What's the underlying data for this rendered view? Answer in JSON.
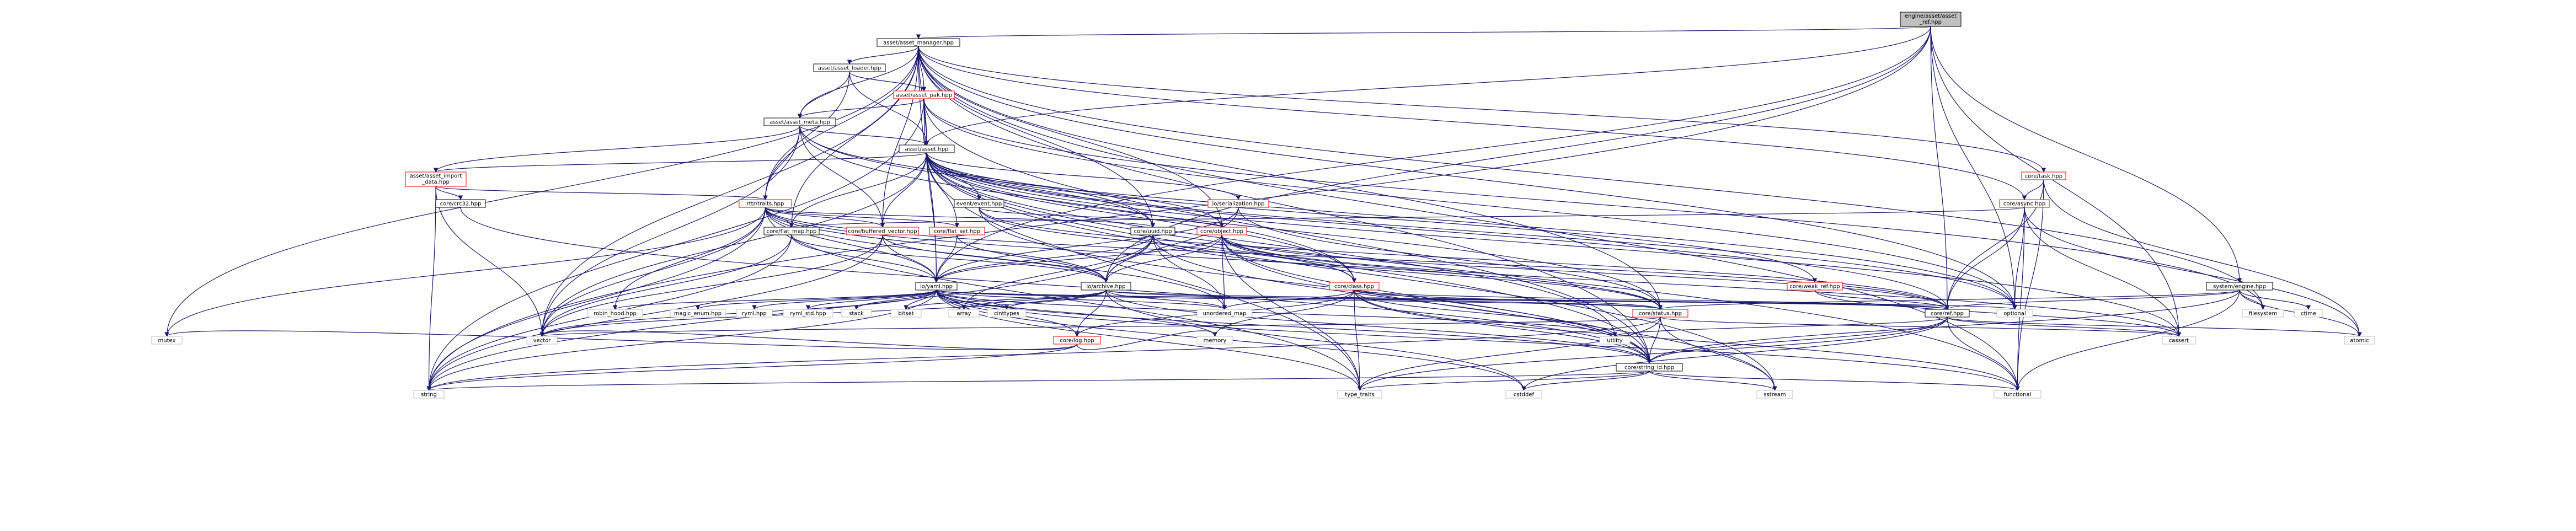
{
  "colors": {
    "edge": "#191970",
    "node_border": "#000000",
    "node_fill": "#ffffff",
    "root_fill": "#bfbfbf",
    "red_border": "#ff0000",
    "gray_border": "#bfbfbf",
    "text": "#000000"
  },
  "nodes": {
    "root": {
      "lines": [
        "engine/asset/asset",
        "_ref.hpp"
      ],
      "style": "root"
    },
    "asset_manager": {
      "lines": [
        "asset/asset_manager.hpp"
      ],
      "style": "normal"
    },
    "asset_loader": {
      "lines": [
        "asset/asset_loader.hpp"
      ],
      "style": "normal"
    },
    "asset_pak": {
      "lines": [
        "asset/asset_pak.hpp"
      ],
      "style": "red"
    },
    "asset_meta": {
      "lines": [
        "asset/asset_meta.hpp"
      ],
      "style": "normal"
    },
    "asset": {
      "lines": [
        "asset/asset.hpp"
      ],
      "style": "normal"
    },
    "asset_import_data": {
      "lines": [
        "asset/asset_import",
        "_data.hpp"
      ],
      "style": "red"
    },
    "crc32": {
      "lines": [
        "core/crc32.hpp"
      ],
      "style": "normal"
    },
    "rttr_traits": {
      "lines": [
        "rttr/traits.hpp"
      ],
      "style": "red"
    },
    "event": {
      "lines": [
        "event/event.hpp"
      ],
      "style": "normal"
    },
    "core_task": {
      "lines": [
        "core/task.hpp"
      ],
      "style": "red"
    },
    "core_async": {
      "lines": [
        "core/async.hpp"
      ],
      "style": "red"
    },
    "serialization": {
      "lines": [
        "io/serialization.hpp"
      ],
      "style": "red"
    },
    "core_object": {
      "lines": [
        "core/object.hpp"
      ],
      "style": "red"
    },
    "core_flat_map": {
      "lines": [
        "core/flat_map.hpp"
      ],
      "style": "normal"
    },
    "core_buffered_vector": {
      "lines": [
        "core/buffered_vector.hpp"
      ],
      "style": "red"
    },
    "core_flat_set": {
      "lines": [
        "core/flat_set.hpp"
      ],
      "style": "red"
    },
    "core_uuid": {
      "lines": [
        "core/uuid.hpp"
      ],
      "style": "normal"
    },
    "core_weak_ref": {
      "lines": [
        "core/weak_ref.hpp"
      ],
      "style": "red"
    },
    "system_engine": {
      "lines": [
        "system/engine.hpp"
      ],
      "style": "normal"
    },
    "core_class": {
      "lines": [
        "core/class.hpp"
      ],
      "style": "red"
    },
    "io_yaml": {
      "lines": [
        "io/yaml.hpp"
      ],
      "style": "normal"
    },
    "io_archive": {
      "lines": [
        "io/archive.hpp"
      ],
      "style": "normal"
    },
    "core_status": {
      "lines": [
        "core/status.hpp"
      ],
      "style": "red"
    },
    "core_ref": {
      "lines": [
        "core/ref.hpp"
      ],
      "style": "normal"
    },
    "optional": {
      "lines": [
        "optional"
      ],
      "style": "gray"
    },
    "filesystem": {
      "lines": [
        "filesystem"
      ],
      "style": "gray"
    },
    "ctime": {
      "lines": [
        "ctime"
      ],
      "style": "gray"
    },
    "atomic": {
      "lines": [
        "atomic"
      ],
      "style": "gray"
    },
    "cassert": {
      "lines": [
        "cassert"
      ],
      "style": "gray"
    },
    "robin_hood": {
      "lines": [
        "robin_hood.hpp"
      ],
      "style": "gray"
    },
    "magic_enum": {
      "lines": [
        "magic_enum.hpp"
      ],
      "style": "gray"
    },
    "ryml_hpp": {
      "lines": [
        "ryml.hpp"
      ],
      "style": "gray"
    },
    "ryml_std": {
      "lines": [
        "ryml_std.hpp"
      ],
      "style": "gray"
    },
    "stack": {
      "lines": [
        "stack"
      ],
      "style": "gray"
    },
    "bitset": {
      "lines": [
        "bitset"
      ],
      "style": "gray"
    },
    "array": {
      "lines": [
        "array"
      ],
      "style": "gray"
    },
    "cinttypes": {
      "lines": [
        "cinttypes"
      ],
      "style": "gray"
    },
    "core_log": {
      "lines": [
        "core/log.hpp"
      ],
      "style": "red"
    },
    "unordered_map": {
      "lines": [
        "unordered_map"
      ],
      "style": "gray"
    },
    "mutex": {
      "lines": [
        "mutex"
      ],
      "style": "gray"
    },
    "vector": {
      "lines": [
        "vector"
      ],
      "style": "gray"
    },
    "memory": {
      "lines": [
        "memory"
      ],
      "style": "gray"
    },
    "utility": {
      "lines": [
        "utility"
      ],
      "style": "gray"
    },
    "core_string_id": {
      "lines": [
        "core/string_id.hpp"
      ],
      "style": "normal"
    },
    "string": {
      "lines": [
        "string"
      ],
      "style": "gray"
    },
    "type_traits": {
      "lines": [
        "type_traits"
      ],
      "style": "gray"
    },
    "cstddef": {
      "lines": [
        "cstddef"
      ],
      "style": "gray"
    },
    "sstream": {
      "lines": [
        "sstream"
      ],
      "style": "gray"
    },
    "functional": {
      "lines": [
        "functional"
      ],
      "style": "gray"
    }
  },
  "edges": [
    [
      "root",
      "asset_manager"
    ],
    [
      "root",
      "asset"
    ],
    [
      "root",
      "core_ref"
    ],
    [
      "root",
      "optional"
    ],
    [
      "root",
      "string"
    ],
    [
      "root",
      "cassert"
    ],
    [
      "root",
      "system_engine"
    ],
    [
      "root",
      "io_archive"
    ],
    [
      "root",
      "io_yaml"
    ],
    [
      "asset_manager",
      "asset_loader"
    ],
    [
      "asset_manager",
      "asset_pak"
    ],
    [
      "asset_manager",
      "asset_meta"
    ],
    [
      "asset_manager",
      "asset"
    ],
    [
      "asset_manager",
      "core_task"
    ],
    [
      "asset_manager",
      "core_async"
    ],
    [
      "asset_manager",
      "rttr_traits"
    ],
    [
      "asset_manager",
      "core_flat_map"
    ],
    [
      "asset_manager",
      "core_object"
    ],
    [
      "asset_manager",
      "core_string_id"
    ],
    [
      "asset_manager",
      "mutex"
    ],
    [
      "asset_manager",
      "filesystem"
    ],
    [
      "asset_manager",
      "functional"
    ],
    [
      "asset_manager",
      "vector"
    ],
    [
      "asset_manager",
      "core_status"
    ],
    [
      "asset_manager",
      "core_uuid"
    ],
    [
      "asset_manager",
      "core_buffered_vector"
    ],
    [
      "asset_manager",
      "io_yaml"
    ],
    [
      "asset_manager",
      "optional"
    ],
    [
      "asset_loader",
      "asset_pak"
    ],
    [
      "asset_loader",
      "asset_meta"
    ],
    [
      "asset_loader",
      "asset"
    ],
    [
      "asset_loader",
      "rttr_traits"
    ],
    [
      "asset_pak",
      "asset_meta"
    ],
    [
      "asset_pak",
      "asset"
    ],
    [
      "asset_pak",
      "optional"
    ],
    [
      "asset_pak",
      "filesystem"
    ],
    [
      "asset_pak",
      "core_string_id"
    ],
    [
      "asset_pak",
      "string"
    ],
    [
      "asset_pak",
      "io_yaml"
    ],
    [
      "asset_meta",
      "asset"
    ],
    [
      "asset_meta",
      "asset_import_data"
    ],
    [
      "asset_meta",
      "core_uuid"
    ],
    [
      "asset_meta",
      "rttr_traits"
    ],
    [
      "asset_meta",
      "core_buffered_vector"
    ],
    [
      "asset_meta",
      "core_class"
    ],
    [
      "asset_meta",
      "optional"
    ],
    [
      "asset_meta",
      "vector"
    ],
    [
      "asset",
      "asset_import_data"
    ],
    [
      "asset",
      "event"
    ],
    [
      "asset",
      "serialization"
    ],
    [
      "asset",
      "core_object"
    ],
    [
      "asset",
      "core_class"
    ],
    [
      "asset",
      "core_uuid"
    ],
    [
      "asset",
      "core_weak_ref"
    ],
    [
      "asset",
      "core_flat_map"
    ],
    [
      "asset",
      "core_buffered_vector"
    ],
    [
      "asset",
      "core_flat_set"
    ],
    [
      "asset",
      "core_string_id"
    ],
    [
      "asset",
      "core_status"
    ],
    [
      "asset",
      "core_ref"
    ],
    [
      "asset",
      "optional"
    ],
    [
      "asset",
      "functional"
    ],
    [
      "asset",
      "type_traits"
    ],
    [
      "asset",
      "vector"
    ],
    [
      "asset",
      "sstream"
    ],
    [
      "asset",
      "utility"
    ],
    [
      "asset",
      "cassert"
    ],
    [
      "asset_import_data",
      "crc32"
    ],
    [
      "asset_import_data",
      "rttr_traits"
    ],
    [
      "asset_import_data",
      "string"
    ],
    [
      "asset_import_data",
      "vector"
    ],
    [
      "crc32",
      "core_string_id"
    ],
    [
      "rttr_traits",
      "core_flat_map"
    ],
    [
      "rttr_traits",
      "core_buffered_vector"
    ],
    [
      "rttr_traits",
      "core_flat_set"
    ],
    [
      "rttr_traits",
      "core_uuid"
    ],
    [
      "rttr_traits",
      "io_yaml"
    ],
    [
      "rttr_traits",
      "io_archive"
    ],
    [
      "rttr_traits",
      "core_ref"
    ],
    [
      "rttr_traits",
      "core_status"
    ],
    [
      "rttr_traits",
      "mutex"
    ],
    [
      "rttr_traits",
      "vector"
    ],
    [
      "rttr_traits",
      "string"
    ],
    [
      "rttr_traits",
      "type_traits"
    ],
    [
      "rttr_traits",
      "unordered_map"
    ],
    [
      "rttr_traits",
      "robin_hood"
    ],
    [
      "event",
      "core_object"
    ],
    [
      "event",
      "core_string_id"
    ],
    [
      "event",
      "core_ref"
    ],
    [
      "event",
      "core_class"
    ],
    [
      "core_task",
      "core_async"
    ],
    [
      "core_task",
      "atomic"
    ],
    [
      "core_task",
      "functional"
    ],
    [
      "core_task",
      "core_ref"
    ],
    [
      "core_async",
      "core_ref"
    ],
    [
      "core_async",
      "core_flat_map"
    ],
    [
      "core_async",
      "optional"
    ],
    [
      "core_async",
      "cassert"
    ],
    [
      "core_async",
      "functional"
    ],
    [
      "core_async",
      "atomic"
    ],
    [
      "serialization",
      "io_archive"
    ],
    [
      "serialization",
      "io_yaml"
    ],
    [
      "serialization",
      "core_status"
    ],
    [
      "core_object",
      "core_class"
    ],
    [
      "core_object",
      "core_ref"
    ],
    [
      "core_object",
      "core_string_id"
    ],
    [
      "core_object",
      "core_status"
    ],
    [
      "core_object",
      "io_archive"
    ],
    [
      "core_object",
      "io_yaml"
    ],
    [
      "core_object",
      "type_traits"
    ],
    [
      "core_object",
      "unordered_map"
    ],
    [
      "core_object",
      "sstream"
    ],
    [
      "core_object",
      "cassert"
    ],
    [
      "core_flat_map",
      "io_yaml"
    ],
    [
      "core_flat_map",
      "io_archive"
    ],
    [
      "core_flat_map",
      "vector"
    ],
    [
      "core_flat_map",
      "string"
    ],
    [
      "core_buffered_vector",
      "io_yaml"
    ],
    [
      "core_buffered_vector",
      "io_archive"
    ],
    [
      "core_buffered_vector",
      "vector"
    ],
    [
      "core_buffered_vector",
      "string"
    ],
    [
      "core_flat_set",
      "io_yaml"
    ],
    [
      "core_flat_set",
      "io_archive"
    ],
    [
      "core_uuid",
      "io_yaml"
    ],
    [
      "core_uuid",
      "io_archive"
    ],
    [
      "core_uuid",
      "core_string_id"
    ],
    [
      "core_uuid",
      "core_status"
    ],
    [
      "core_uuid",
      "array"
    ],
    [
      "core_uuid",
      "string"
    ],
    [
      "core_uuid",
      "unordered_map"
    ],
    [
      "core_weak_ref",
      "core_ref"
    ],
    [
      "core_weak_ref",
      "cassert"
    ],
    [
      "system_engine",
      "core_ref"
    ],
    [
      "system_engine",
      "filesystem"
    ],
    [
      "system_engine",
      "ctime"
    ],
    [
      "system_engine",
      "atomic"
    ],
    [
      "system_engine",
      "core_status"
    ],
    [
      "system_engine",
      "core_string_id"
    ],
    [
      "system_engine",
      "functional"
    ],
    [
      "core_class",
      "core_ref"
    ],
    [
      "core_class",
      "core_string_id"
    ],
    [
      "core_class",
      "core_status"
    ],
    [
      "core_class",
      "core_log"
    ],
    [
      "core_class",
      "unordered_map"
    ],
    [
      "core_class",
      "type_traits"
    ],
    [
      "core_class",
      "functional"
    ],
    [
      "core_class",
      "memory"
    ],
    [
      "core_class",
      "utility"
    ],
    [
      "io_yaml",
      "robin_hood"
    ],
    [
      "io_yaml",
      "magic_enum"
    ],
    [
      "io_yaml",
      "ryml_hpp"
    ],
    [
      "io_yaml",
      "ryml_std"
    ],
    [
      "io_yaml",
      "stack"
    ],
    [
      "io_yaml",
      "bitset"
    ],
    [
      "io_yaml",
      "array"
    ],
    [
      "io_yaml",
      "cinttypes"
    ],
    [
      "io_yaml",
      "core_log"
    ],
    [
      "io_yaml",
      "unordered_map"
    ],
    [
      "io_yaml",
      "vector"
    ],
    [
      "io_yaml",
      "string"
    ],
    [
      "io_yaml",
      "memory"
    ],
    [
      "io_yaml",
      "utility"
    ],
    [
      "io_yaml",
      "core_string_id"
    ],
    [
      "io_yaml",
      "core_status"
    ],
    [
      "io_yaml",
      "core_ref"
    ],
    [
      "io_yaml",
      "type_traits"
    ],
    [
      "io_yaml",
      "cstddef"
    ],
    [
      "io_yaml",
      "functional"
    ],
    [
      "io_yaml",
      "optional"
    ],
    [
      "io_archive",
      "core_log"
    ],
    [
      "io_archive",
      "core_status"
    ],
    [
      "io_archive",
      "core_ref"
    ],
    [
      "io_archive",
      "vector"
    ],
    [
      "io_archive",
      "array"
    ],
    [
      "io_archive",
      "cinttypes"
    ],
    [
      "io_archive",
      "bitset"
    ],
    [
      "io_archive",
      "unordered_map"
    ],
    [
      "io_archive",
      "cstddef"
    ],
    [
      "io_archive",
      "core_string_id"
    ],
    [
      "core_log",
      "mutex"
    ],
    [
      "core_log",
      "vector"
    ],
    [
      "core_log",
      "string"
    ],
    [
      "core_log",
      "memory"
    ],
    [
      "core_status",
      "core_string_id"
    ],
    [
      "core_status",
      "cassert"
    ],
    [
      "core_status",
      "vector"
    ],
    [
      "core_status",
      "string"
    ],
    [
      "core_status",
      "sstream"
    ],
    [
      "core_status",
      "type_traits"
    ],
    [
      "core_ref",
      "atomic"
    ],
    [
      "core_ref",
      "cassert"
    ],
    [
      "core_ref",
      "functional"
    ],
    [
      "core_ref",
      "core_string_id"
    ],
    [
      "core_ref",
      "type_traits"
    ],
    [
      "core_ref",
      "utility"
    ],
    [
      "core_ref",
      "cstddef"
    ],
    [
      "core_string_id",
      "string"
    ],
    [
      "core_string_id",
      "type_traits"
    ],
    [
      "core_string_id",
      "cstddef"
    ],
    [
      "core_string_id",
      "sstream"
    ],
    [
      "core_string_id",
      "functional"
    ]
  ]
}
